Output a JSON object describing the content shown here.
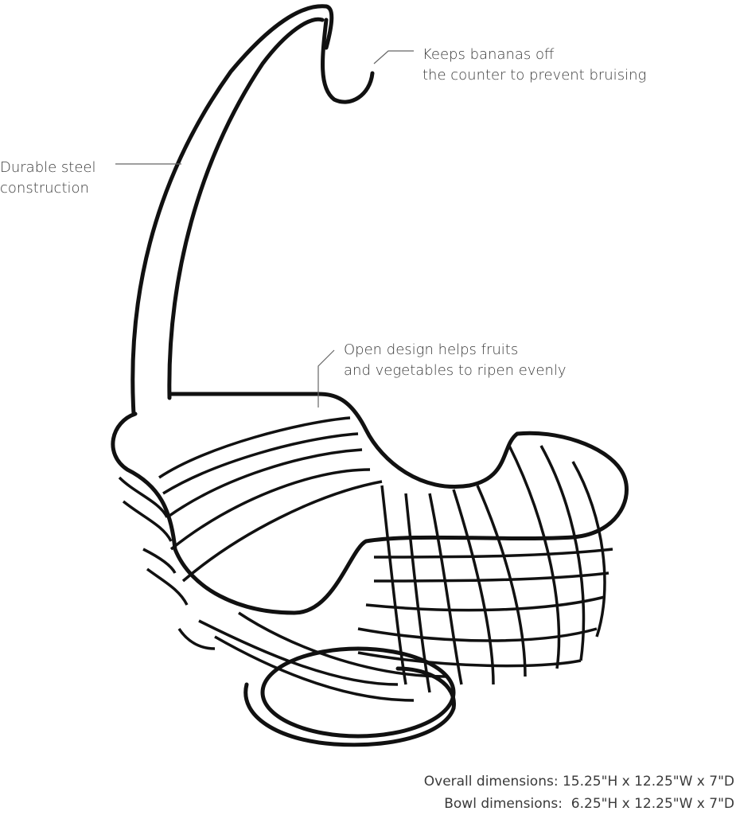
{
  "callouts": {
    "hook": {
      "line1": "Keeps bananas off",
      "line2": "the counter to prevent bruising"
    },
    "steel": {
      "line1": "Durable steel",
      "line2": "construction"
    },
    "design": {
      "line1": "Open design helps fruits",
      "line2": "and vegetables to ripen evenly"
    }
  },
  "dimensions": {
    "overall": "Overall dimensions: 15.25\"H x 12.25\"W x 7\"D",
    "bowl": "Bowl dimensions:  6.25\"H x 12.25\"W x 7\"D"
  },
  "colors": {
    "wire": "#111111",
    "leader": "#666666",
    "text": "#3a3a3a"
  }
}
